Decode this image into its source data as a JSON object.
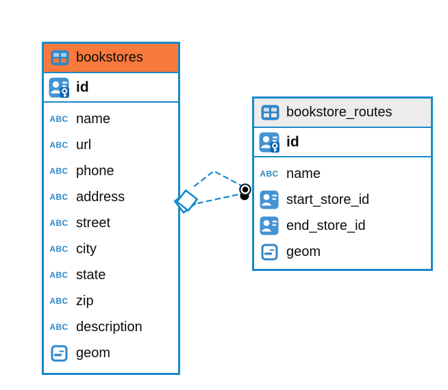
{
  "diagram": {
    "background": "#ffffff",
    "accent_blue": "#1789ca",
    "icon_blue": "#2e86c8",
    "relationship": {
      "line_style": "dashed",
      "from_table": "bookstores",
      "to_table": "bookstore_routes",
      "from_endpoint": "diamond",
      "to_endpoint": "dot"
    }
  },
  "icons": {
    "text_type_glyph": "ABC"
  },
  "tables": [
    {
      "name": "bookstores",
      "header_color": "#f7793c",
      "pk": {
        "name": "id"
      },
      "columns": [
        {
          "name": "name",
          "type": "text"
        },
        {
          "name": "url",
          "type": "text"
        },
        {
          "name": "phone",
          "type": "text"
        },
        {
          "name": "address",
          "type": "text"
        },
        {
          "name": "street",
          "type": "text"
        },
        {
          "name": "city",
          "type": "text"
        },
        {
          "name": "state",
          "type": "text"
        },
        {
          "name": "zip",
          "type": "text"
        },
        {
          "name": "description",
          "type": "text"
        },
        {
          "name": "geom",
          "type": "geometry"
        }
      ]
    },
    {
      "name": "bookstore_routes",
      "header_color": "#ececec",
      "pk": {
        "name": "id"
      },
      "columns": [
        {
          "name": "name",
          "type": "text"
        },
        {
          "name": "start_store_id",
          "type": "reference"
        },
        {
          "name": "end_store_id",
          "type": "reference"
        },
        {
          "name": "geom",
          "type": "geometry"
        }
      ]
    }
  ]
}
